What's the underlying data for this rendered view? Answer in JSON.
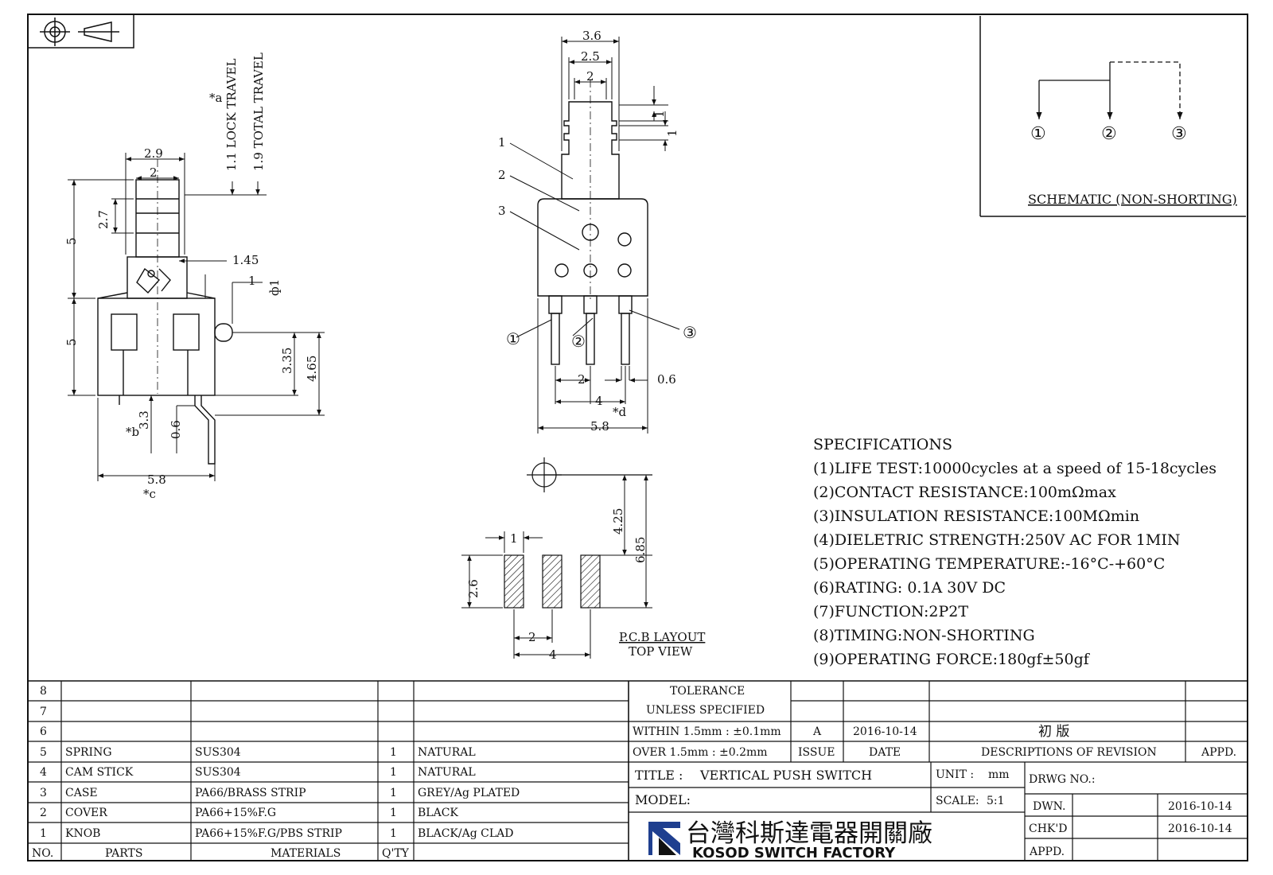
{
  "side_view": {
    "notes": [
      "*a",
      "*b",
      "*c"
    ],
    "travel_labels": [
      "1.1 LOCK TRAVEL",
      "1.9 TOTAL TRAVEL"
    ],
    "dims": [
      "2.9",
      "2",
      "2.7",
      "5",
      "1.45",
      "1",
      "ф1",
      "5",
      "3.35",
      "4.65",
      "3.3",
      "0.6",
      "5.8"
    ]
  },
  "front_view": {
    "dims": [
      "3.6",
      "2.5",
      "2",
      "1",
      "1",
      "2",
      "4",
      "0.6",
      "5.8"
    ],
    "part_callouts": [
      "1",
      "2",
      "3"
    ],
    "pin_callouts": [
      "①",
      "②",
      "③"
    ],
    "note_d": "*d"
  },
  "pcb_layout": {
    "dims": [
      "1",
      "4.25",
      "6.85",
      "2.6",
      "2",
      "4"
    ],
    "title": "P.C.B LAYOUT",
    "subtitle": "TOP VIEW"
  },
  "schematic": {
    "title": "SCHEMATIC (NON-SHORTING)",
    "terminals": [
      "①",
      "②",
      "③"
    ]
  },
  "specifications": {
    "heading": "SPECIFICATIONS",
    "items": [
      "(1)LIFE TEST:10000cycles at a speed of 15-18cycles",
      "(2)CONTACT RESISTANCE:100mΩmax",
      "(3)INSULATION RESISTANCE:100MΩmin",
      "(4)DIELETRIC STRENGTH:250V AC FOR 1MIN",
      "(5)OPERATING TEMPERATURE:-16°C-+60°C",
      "(6)RATING: 0.1A 30V DC",
      "(7)FUNCTION:2P2T",
      "(8)TIMING:NON-SHORTING",
      "(9)OPERATING FORCE:180gf±50gf"
    ]
  },
  "bom": {
    "headers": {
      "no": "NO.",
      "parts": "PARTS",
      "materials": "MATERIALS",
      "qty": "Q'TY"
    },
    "rows": [
      {
        "no": "8",
        "part": "",
        "material": "",
        "qty": "",
        "finish": ""
      },
      {
        "no": "7",
        "part": "",
        "material": "",
        "qty": "",
        "finish": ""
      },
      {
        "no": "6",
        "part": "",
        "material": "",
        "qty": "",
        "finish": ""
      },
      {
        "no": "5",
        "part": "SPRING",
        "material": "SUS304",
        "qty": "1",
        "finish": "NATURAL"
      },
      {
        "no": "4",
        "part": "CAM STICK",
        "material": "SUS304",
        "qty": "1",
        "finish": "NATURAL"
      },
      {
        "no": "3",
        "part": "CASE",
        "material": "PA66/BRASS STRIP",
        "qty": "1",
        "finish": "GREY/Ag PLATED"
      },
      {
        "no": "2",
        "part": "COVER",
        "material": "PA66+15%F.G",
        "qty": "1",
        "finish": "BLACK"
      },
      {
        "no": "1",
        "part": "KNOB",
        "material": "PA66+15%F.G/PBS STRIP",
        "qty": "1",
        "finish": "BLACK/Ag CLAD"
      }
    ]
  },
  "tolerance": {
    "line1": "TOLERANCE",
    "line2": "UNLESS  SPECIFIED",
    "within": "WITHIN 1.5mm : ±0.1mm",
    "over": "OVER 1.5mm : ±0.2mm"
  },
  "revision": {
    "issue": "A",
    "date": "2016-10-14",
    "description": "初  版",
    "headers": {
      "issue": "ISSUE",
      "date": "DATE",
      "description": "DESCRIPTIONS OF REVISION",
      "appd": "APPD."
    }
  },
  "title_block": {
    "title_label": "TITLE :",
    "title_value": "VERTICAL PUSH SWITCH",
    "unit_label": "UNIT :",
    "unit_value": "mm",
    "model_label": "MODEL:",
    "scale_label": "SCALE:",
    "scale_value": "5:1",
    "drwg_label": "DRWG NO.:",
    "dwn_label": "DWN.",
    "dwn_date": "2016-10-14",
    "chkd_label": "CHK'D",
    "chkd_date": "2016-10-14",
    "appd_label": "APPD.",
    "company_cn": "台灣科斯達電器開關廠",
    "company_en": "KOSOD SWITCH FACTORY"
  },
  "colors": {
    "ink": "#111111",
    "logo_blue": "#1f3f8f",
    "logo_black": "#111111"
  }
}
